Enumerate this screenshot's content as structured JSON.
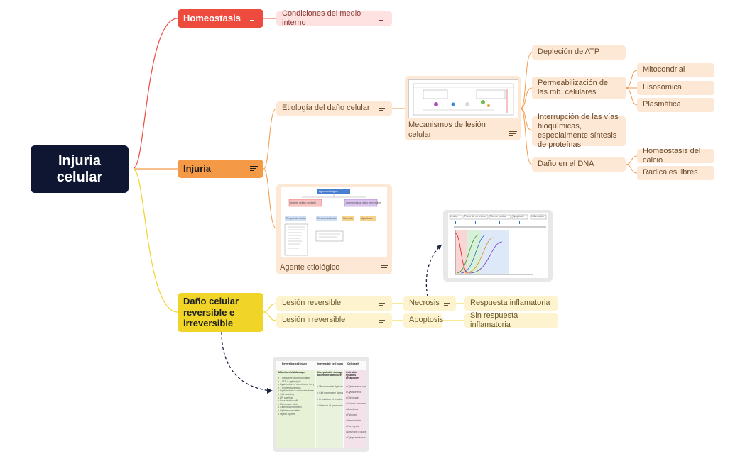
{
  "root": {
    "label": "Injuria celular"
  },
  "branches": {
    "homeostasis": {
      "label": "Homeostasis",
      "child": "Condiciones del medio interno"
    },
    "injuria": {
      "label": "Injuria",
      "etiologia": "Etiología del daño celular",
      "mecanismos": "Mecanismos de lesión celular",
      "mecanismos_children": {
        "atp": "Depleción de ATP",
        "permeabilizacion": "Permeabilización de las mb. celulares",
        "perm_children": [
          "Mitocondrial",
          "Lisosómica",
          "Plasmática"
        ],
        "interrupcion": "Interrupción de las vías bioquímicas, especialmente síntesis de proteínas",
        "dna": "Daño en el DNA",
        "dna_children": [
          "Homeostasis del calcio",
          "Radicales libres"
        ]
      },
      "agente": "Agente etiológico"
    },
    "dano": {
      "label": "Daño celular reversible e irreversible",
      "reversible": "Lesión reversible",
      "irreversible": "Lesión irreversible",
      "necrosis": "Necrosis",
      "apoptosis": "Apoptosis",
      "resp_inflam": "Respuesta inflamatoria",
      "sin_resp": "Sin respuesta inflamatoria"
    }
  },
  "figure_agente": {
    "top": "Agente etiológico",
    "left_box": "Agente celular en daño",
    "right_box": "Agente celular daño irreversible",
    "resp_celular": "Respuesta celular",
    "resp_tisular": "Respuesta tisular",
    "necrosis": "Necrosis",
    "apoptosis": "Apoptosis"
  },
  "figure_timeline": {
    "labels": [
      "Lesión",
      "Punto de no retorno",
      "Muerte celular",
      "Apoptosis",
      "Inflamación"
    ]
  },
  "figure_table": {
    "headers": [
      "Reversible cell injury",
      "Irreversible cell injury",
      "Cell death"
    ],
    "col1_title": "Mitochondrial damage",
    "col1_items": [
      "↓ Oxidative phosphorylation",
      "↓ ATP / ↑ glycolysis",
      "Dysfunction of membrane ion pumps (Na⁺/K⁺, Ca²⁺/Cl⁻)",
      "↑ Protein synthesis",
      "Dysfunction of chromatin-based processes",
      "Cell swelling",
      "ER swelling",
      "Loss of microvilli",
      "Membrane blebs",
      "Clumped chromatin",
      "Lipid accumulation",
      "Myelin figures"
    ],
    "col2_title": "Unrepairable damage to cell infrastructure",
    "col2_items": [
      "Mitochondrial dysfunction",
      "Cell membrane damage",
      "Production of reactive oxygen species",
      "Release of lysosomal enzymes"
    ],
    "col3_title": "Cell-wide systems breakdown",
    "col3_items": [
      "Cytoskeleton system",
      "Cytoskeleton",
      "Chromatin",
      "Oncotic necrosis",
      "Apoptosis",
      "Pyknosis",
      "Karyorrhexis",
      "Karyolysis",
      "Absence of nucleus",
      "Cytoplasmic eosinophilia"
    ]
  },
  "colors": {
    "red": "#ee4b3f",
    "orange": "#f49a47",
    "yellow": "#f0d428",
    "navy": "#0f1631"
  }
}
